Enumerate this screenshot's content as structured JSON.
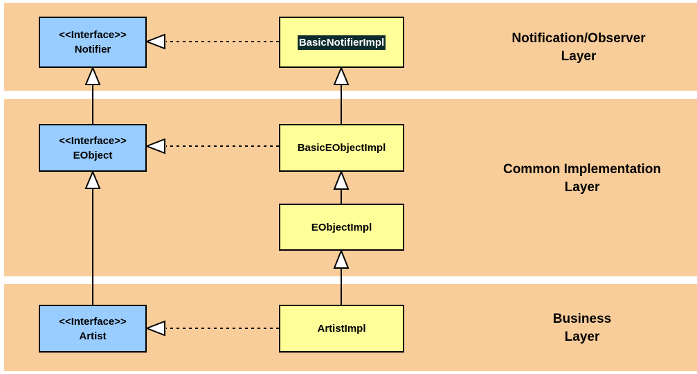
{
  "layers": {
    "notification": [
      "Notification/Observer",
      "Layer"
    ],
    "common": [
      "Common Implementation",
      "Layer"
    ],
    "business": [
      "Business",
      "Layer"
    ]
  },
  "boxes": {
    "notifier": {
      "stereotype": "<<Interface>>",
      "name": "Notifier"
    },
    "eobject": {
      "stereotype": "<<Interface>>",
      "name": "EObject"
    },
    "artist": {
      "stereotype": "<<Interface>>",
      "name": "Artist"
    },
    "basic_notifier_impl": {
      "name": "BasicNotifierImpl"
    },
    "basic_eobject_impl": {
      "name": "BasicEObjectImpl"
    },
    "eobject_impl": {
      "name": "EObjectImpl"
    },
    "artist_impl": {
      "name": "ArtistImpl"
    }
  },
  "colors": {
    "band": "#f9cd9a",
    "interface_fill": "#99ccff",
    "implementation_fill": "#ffff99",
    "highlight_fill": "#0d2b2b"
  }
}
